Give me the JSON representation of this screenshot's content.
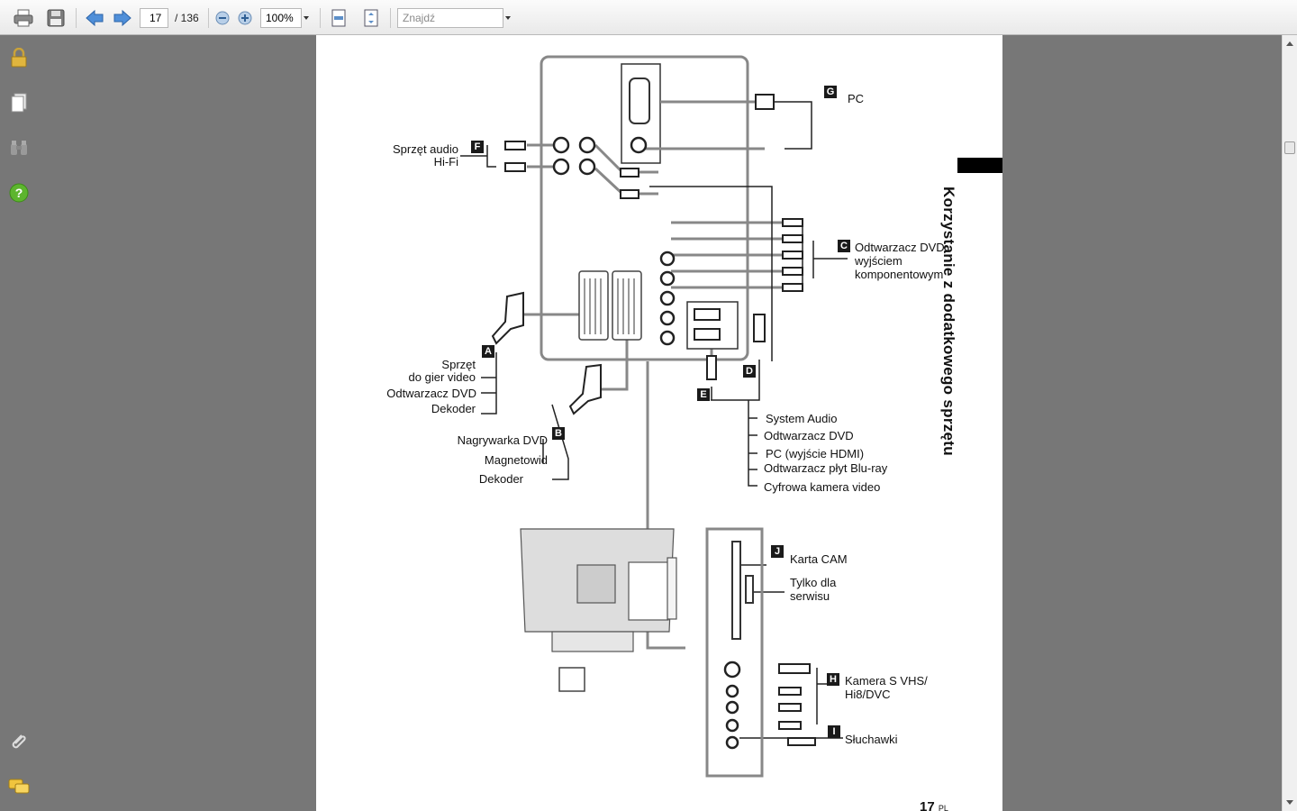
{
  "toolbar": {
    "current_page": "17",
    "total_pages": "/ 136",
    "zoom": "100%",
    "find_placeholder": "Znajdź",
    "icons": [
      "print-icon",
      "save-icon",
      "prev-page-icon",
      "next-page-icon",
      "zoom-out-icon",
      "zoom-in-icon",
      "fit-width-icon",
      "fit-page-icon"
    ]
  },
  "sidebar": {
    "icons": [
      "lock-icon",
      "pages-icon",
      "binoculars-icon",
      "help-icon",
      "attachment-icon",
      "comments-icon"
    ]
  },
  "document": {
    "side_title": "Korzystanie z dodatkowego sprzętu",
    "page_number": "17",
    "page_lang": "PL",
    "labels": {
      "hifi_1": "Sprzęt audio",
      "hifi_2": "Hi-Fi",
      "pc": "PC",
      "dvd_component_1": "Odtwarzacz DVD",
      "dvd_component_2": "wyjściem",
      "dvd_component_3": "komponentowym",
      "game_1": "Sprzęt",
      "game_2": "do gier video",
      "dvd_a": "Odtwarzacz DVD",
      "decoder_a": "Dekoder",
      "dvd_recorder": "Nagrywarka DVD",
      "vcr": "Magnetowid",
      "decoder_b": "Dekoder",
      "audio_system": "System Audio",
      "dvd_e": "Odtwarzacz DVD",
      "pc_hdmi": "PC (wyjście HDMI)",
      "bluray": "Odtwarzacz płyt Blu-ray",
      "camcorder": "Cyfrowa kamera video",
      "cam_card": "Karta CAM",
      "service_1": "Tylko dla",
      "service_2": "serwisu",
      "svhs_1": "Kamera S VHS/",
      "svhs_2": "Hi8/DVC",
      "headphones": "Słuchawki"
    },
    "badges": {
      "a": "A",
      "b": "B",
      "c": "C",
      "d": "D",
      "e": "E",
      "f": "F",
      "g": "G",
      "h": "H",
      "i": "I",
      "j": "J"
    }
  },
  "colors": {
    "toolbar_bg": "#f2f2f2",
    "viewport_bg": "#777777",
    "page_bg": "#ffffff",
    "diagram_line": "#888888"
  }
}
